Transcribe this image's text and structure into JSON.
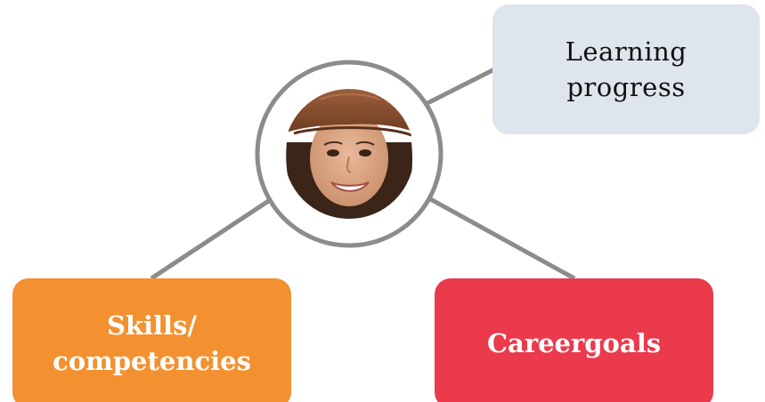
{
  "diagram": {
    "center": {
      "portrait": "smiling-girl-with-brown-cap",
      "ring_color": "#8c8c8c"
    },
    "nodes": {
      "learning": {
        "line1": "Learning",
        "line2": "progress",
        "color": "#dfe5ed"
      },
      "skills": {
        "line1": "Skills/",
        "line2": "competencies",
        "color": "#f39130"
      },
      "career": {
        "line1": "Careergoals",
        "color": "#ea3a4c"
      }
    },
    "connector_color": "#8c8c8c"
  }
}
